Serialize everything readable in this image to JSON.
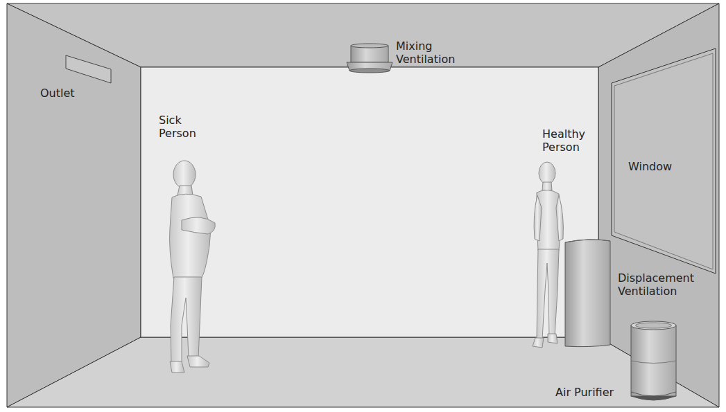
{
  "diagram": {
    "labels": [
      "Outlet",
      "Mixing Ventilation",
      "Sick Person",
      "Healthy Person",
      "Window",
      "Displacement Ventilation",
      "Air Purifier"
    ]
  }
}
